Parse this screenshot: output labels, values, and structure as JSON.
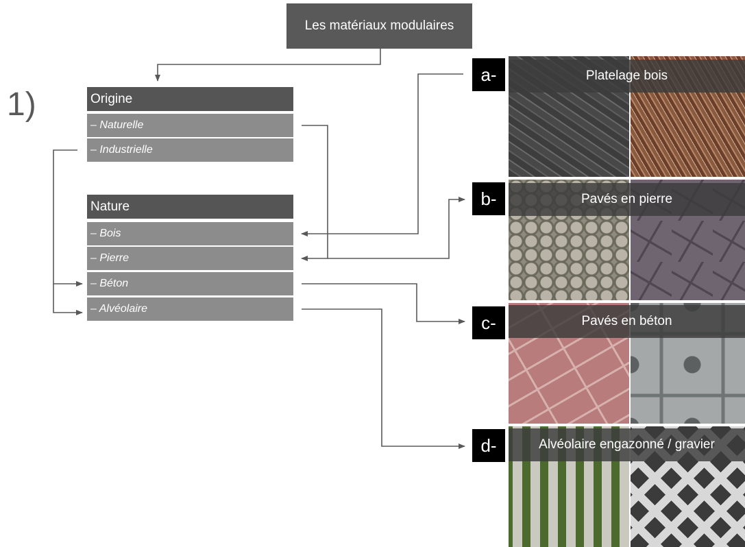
{
  "top_box": "Les matériaux modulaires",
  "step_number": "1)",
  "origine": {
    "header": "Origine",
    "items": [
      "– Naturelle",
      "– Industrielle"
    ]
  },
  "nature": {
    "header": "Nature",
    "items": [
      "– Bois",
      "– Pierre",
      "– Béton",
      "– Alvéolaire"
    ]
  },
  "photos": [
    {
      "letter": "a-",
      "caption": "Platelage bois"
    },
    {
      "letter": "b-",
      "caption": "Pavés en pierre"
    },
    {
      "letter": "c-",
      "caption": "Pavés en béton"
    },
    {
      "letter": "d-",
      "caption": "Alvéolaire engazonné / gravier"
    }
  ],
  "colors": {
    "box_dark": "#555555",
    "box_light": "#8c8c8c",
    "arrow": "#595959",
    "letter_bg": "#000000"
  }
}
